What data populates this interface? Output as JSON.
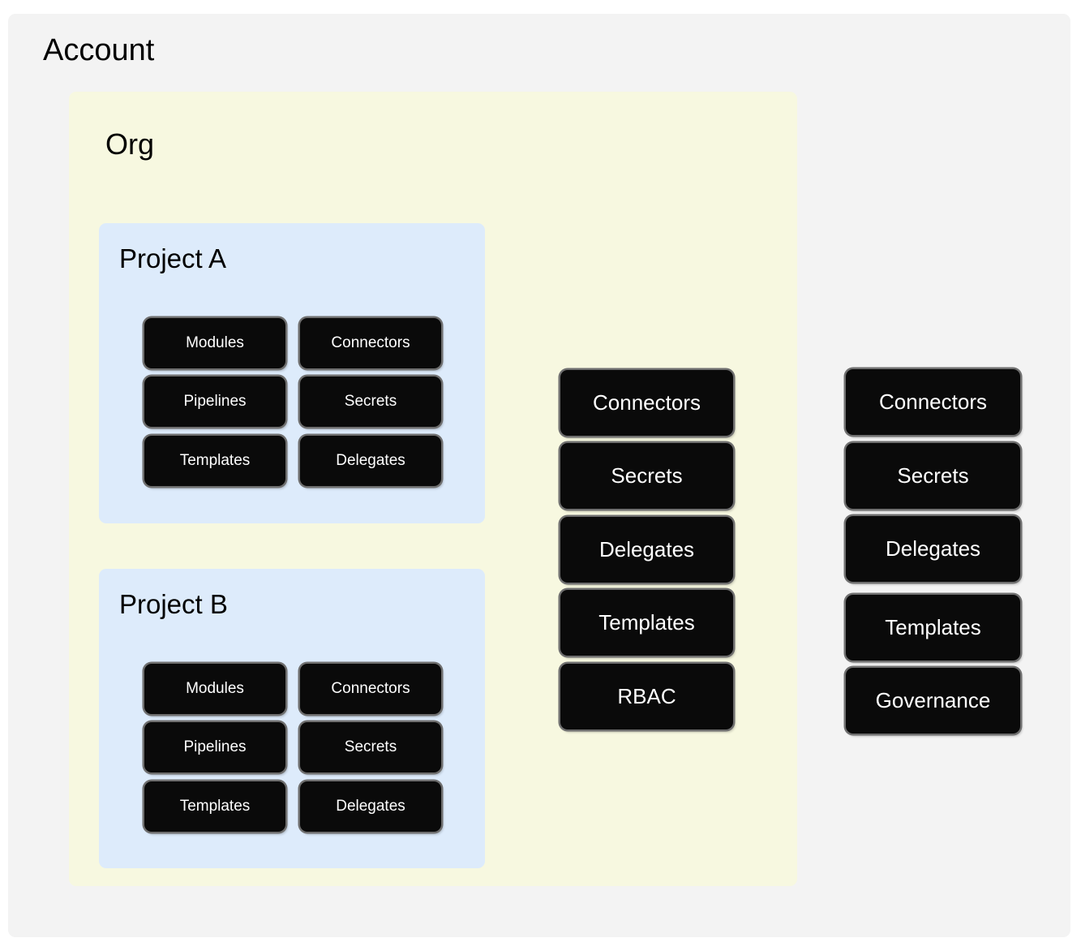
{
  "diagram": {
    "title": "Account",
    "colors": {
      "account_bg": "#f3f3f3",
      "org_bg": "#f7f8e0",
      "project_bg": "#ddebfb",
      "node_bg": "#0a0a0a",
      "node_text": "#ffffff",
      "node_border": "#6f6f6f",
      "page_bg": "#ffffff"
    }
  },
  "account": {
    "label": "Account",
    "resources": [
      {
        "label": "Connectors"
      },
      {
        "label": "Secrets"
      },
      {
        "label": "Delegates"
      },
      {
        "label": "Templates"
      },
      {
        "label": "Governance"
      }
    ]
  },
  "org": {
    "label": "Org",
    "resources": [
      {
        "label": "Connectors"
      },
      {
        "label": "Secrets"
      },
      {
        "label": "Delegates"
      },
      {
        "label": "Templates"
      },
      {
        "label": "RBAC"
      }
    ]
  },
  "projects": [
    {
      "label": "Project A",
      "resources_left": [
        {
          "label": "Modules"
        },
        {
          "label": "Pipelines"
        },
        {
          "label": "Templates"
        }
      ],
      "resources_right": [
        {
          "label": "Connectors"
        },
        {
          "label": "Secrets"
        },
        {
          "label": "Delegates"
        }
      ]
    },
    {
      "label": "Project B",
      "resources_left": [
        {
          "label": "Modules"
        },
        {
          "label": "Pipelines"
        },
        {
          "label": "Templates"
        }
      ],
      "resources_right": [
        {
          "label": "Connectors"
        },
        {
          "label": "Secrets"
        },
        {
          "label": "Delegates"
        }
      ]
    }
  ]
}
